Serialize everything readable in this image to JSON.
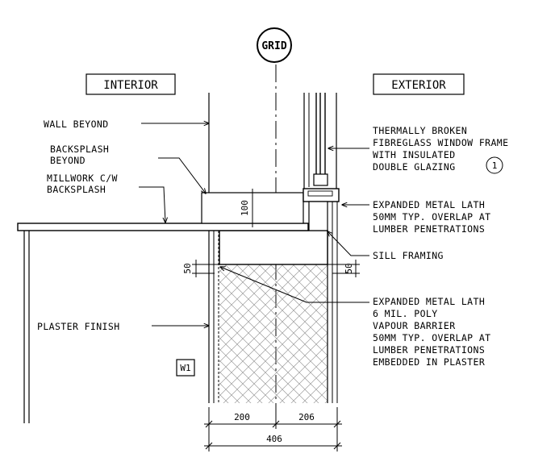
{
  "grid_label": "GRID",
  "zones": {
    "interior": "INTERIOR",
    "exterior": "EXTERIOR"
  },
  "labels_left": {
    "wall_beyond": "WALL BEYOND",
    "backsplash_beyond": [
      "BACKSPLASH",
      "BEYOND"
    ],
    "millwork": [
      "MILLWORK C/W",
      "BACKSPLASH"
    ],
    "plaster_finish": "PLASTER FINISH"
  },
  "labels_right": {
    "window_frame": [
      "THERMALLY BROKEN",
      "FIBREGLASS WINDOW FRAME",
      "WITH INSULATED",
      "DOUBLE GLAZING"
    ],
    "window_ref": "1",
    "metal_lath_top": [
      "EXPANDED METAL LATH",
      "50MM TYP. OVERLAP AT",
      "LUMBER PENETRATIONS"
    ],
    "sill_framing": "SILL FRAMING",
    "metal_lath_bottom": [
      "EXPANDED METAL LATH",
      "6 MIL. POLY",
      "VAPOUR BARRIER",
      "50MM TYP. OVERLAP AT",
      "LUMBER PENETRATIONS",
      "EMBEDDED IN PLASTER"
    ]
  },
  "wall_tag": "W1",
  "dimensions": {
    "backsplash_height": "100",
    "overlap_left": "50",
    "overlap_right": "50",
    "interior_width": "200",
    "exterior_width": "206",
    "total_width": "406"
  }
}
